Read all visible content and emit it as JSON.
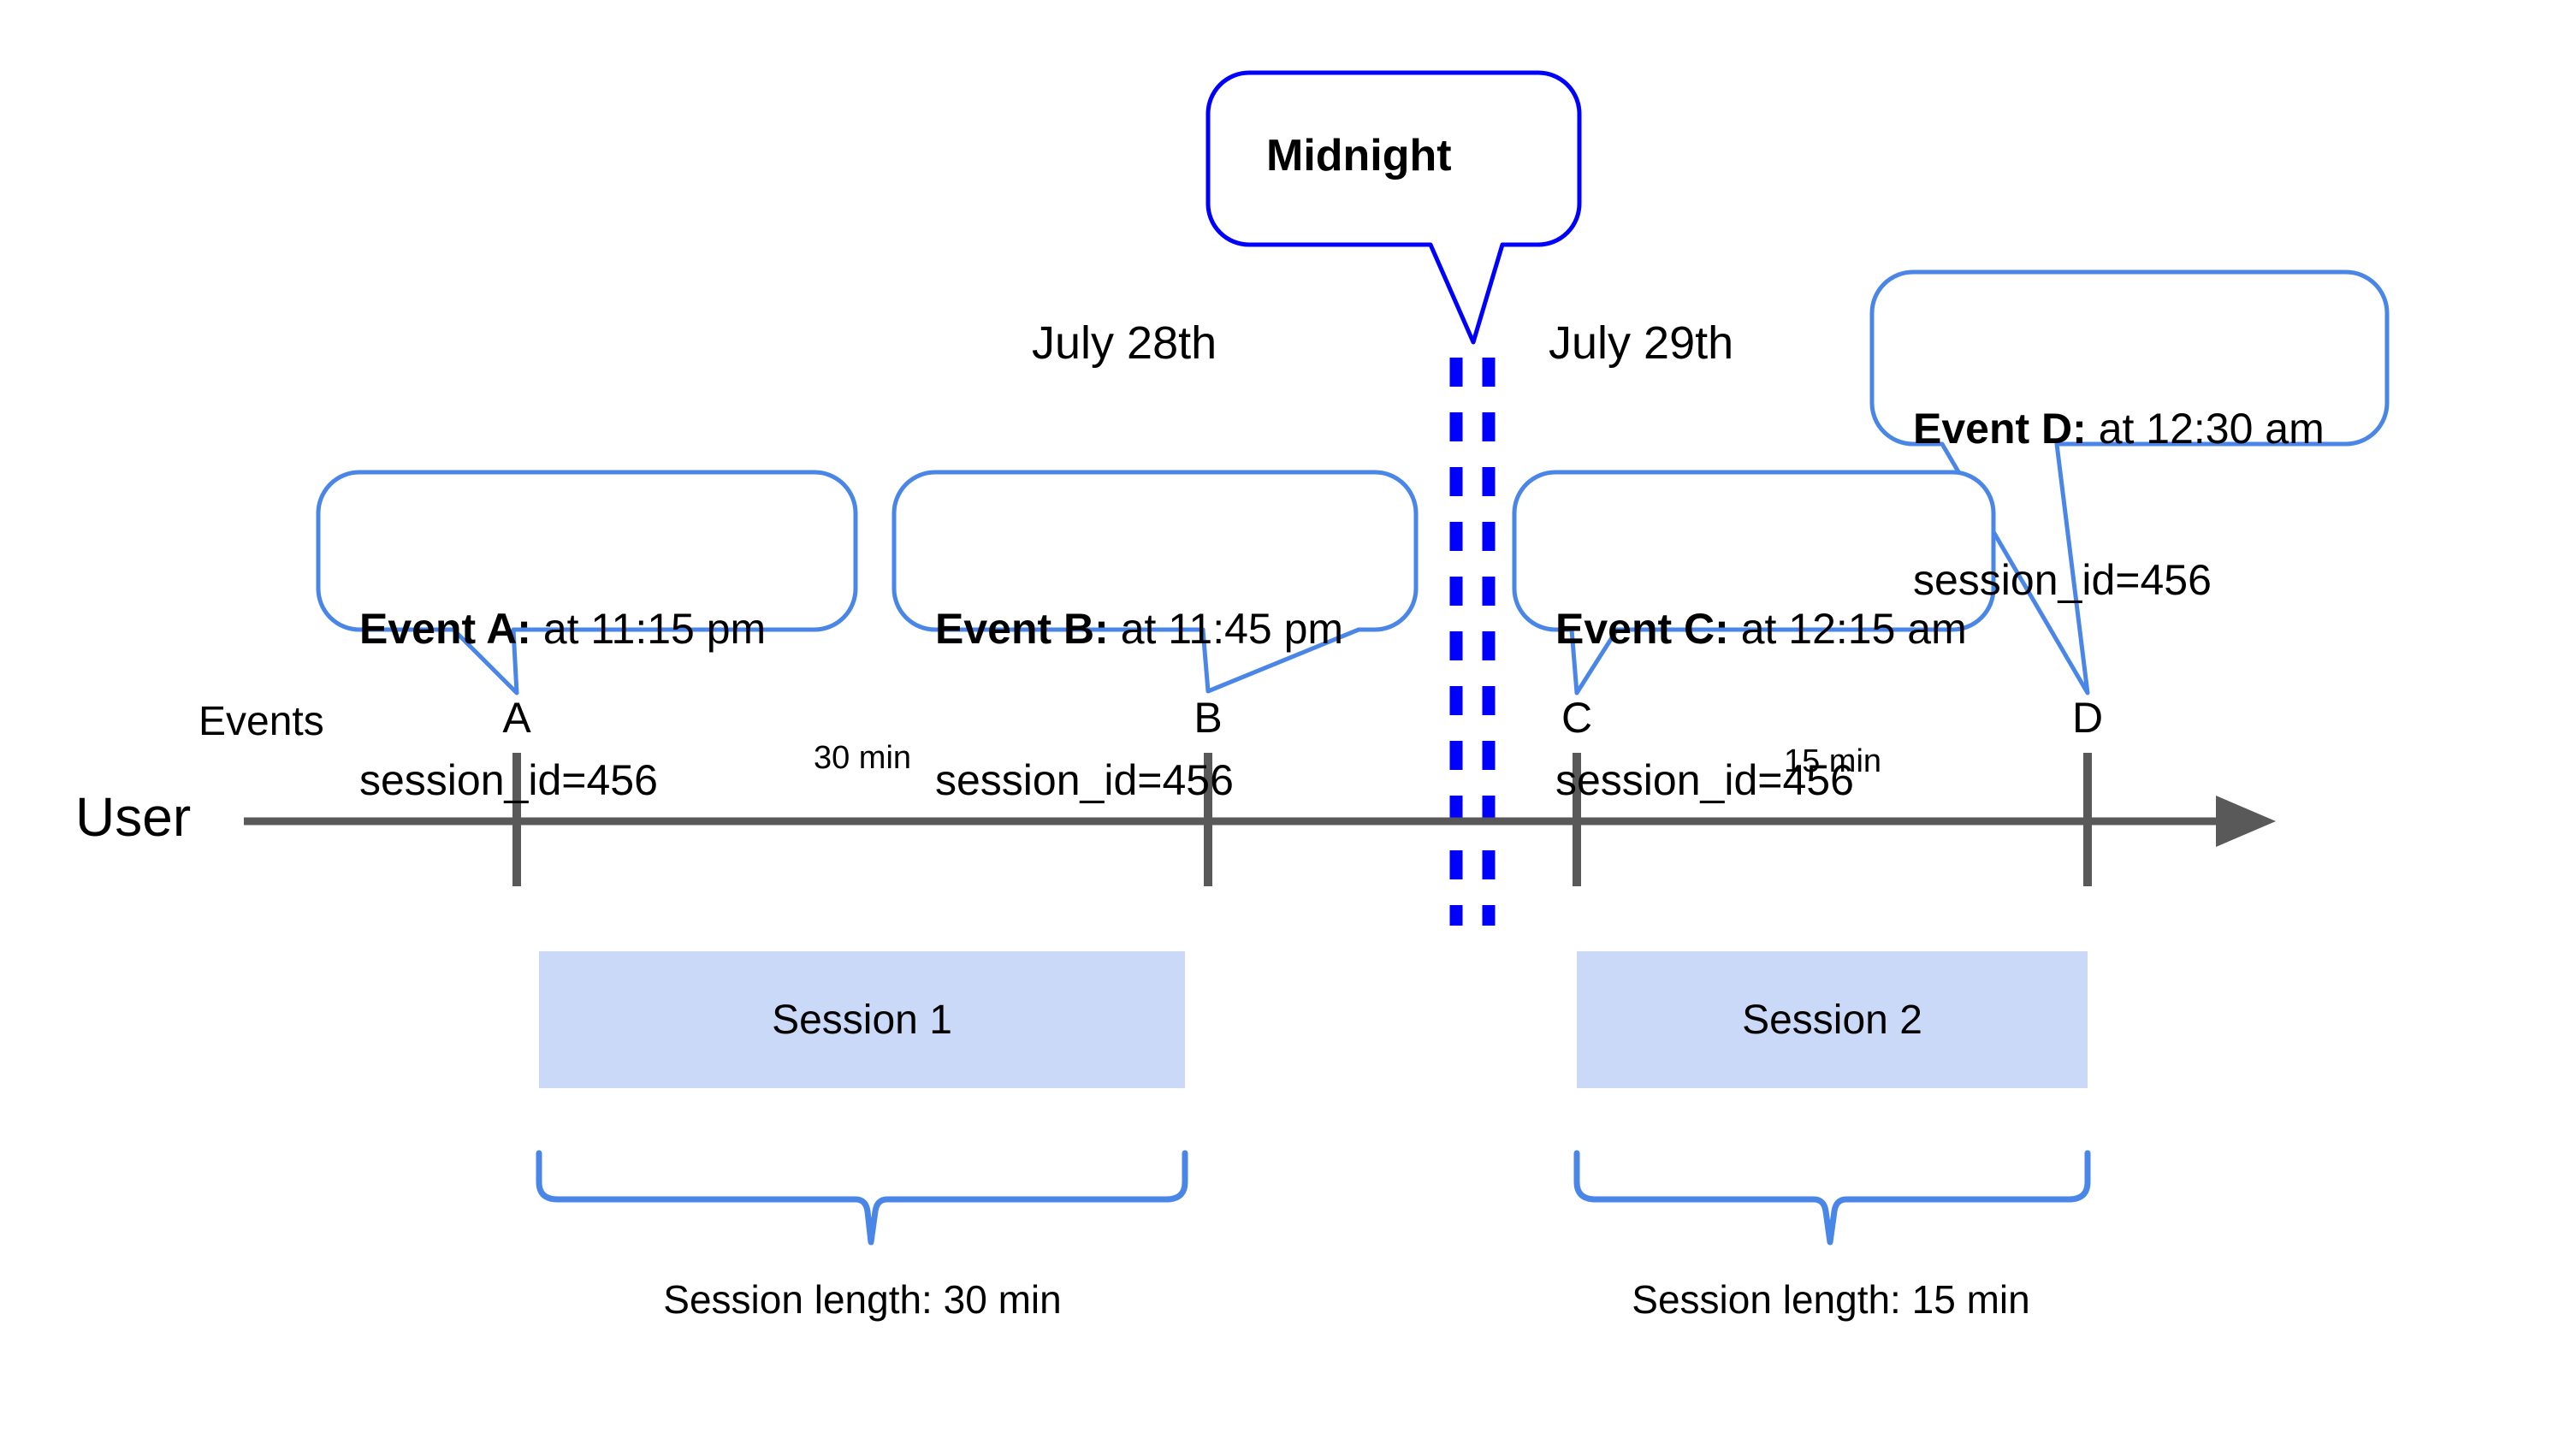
{
  "diagram": {
    "title_callout": {
      "label": "Midnight"
    },
    "dates": [
      {
        "name": "july-28",
        "label": "July 28th"
      },
      {
        "name": "july-29",
        "label": "July 29th"
      }
    ],
    "axis": {
      "row_label": "User",
      "events_label": "Events",
      "arrow_direction": "right"
    },
    "events": [
      {
        "tick": "A",
        "title": "Event A:",
        "time": " at 11:15 pm",
        "session_id": "session_id=456"
      },
      {
        "tick": "B",
        "title": "Event B:",
        "time": " at 11:45 pm",
        "session_id": "session_id=456"
      },
      {
        "tick": "C",
        "title": "Event C:",
        "time": " at 12:15 am",
        "session_id": "session_id=456"
      },
      {
        "tick": "D",
        "title": "Event D:",
        "time": " at 12:30 am",
        "session_id": "session_id=456"
      }
    ],
    "durations": [
      {
        "between": "A-B",
        "label": "30 min"
      },
      {
        "between": "C-D",
        "label": "15 min"
      }
    ],
    "sessions": [
      {
        "name": "session-1",
        "label": "Session 1",
        "length_label": "Session length: 30 min"
      },
      {
        "name": "session-2",
        "label": "Session 2",
        "length_label": "Session length: 15 min"
      }
    ],
    "colors": {
      "callout_border": "#4A86E8",
      "midnight_border": "#0000FF",
      "midnight_dashes": "#0000FF",
      "session_fill": "#C9D9F7",
      "axis": "#595959",
      "brace": "#4A86E8",
      "text": "#000000"
    }
  }
}
